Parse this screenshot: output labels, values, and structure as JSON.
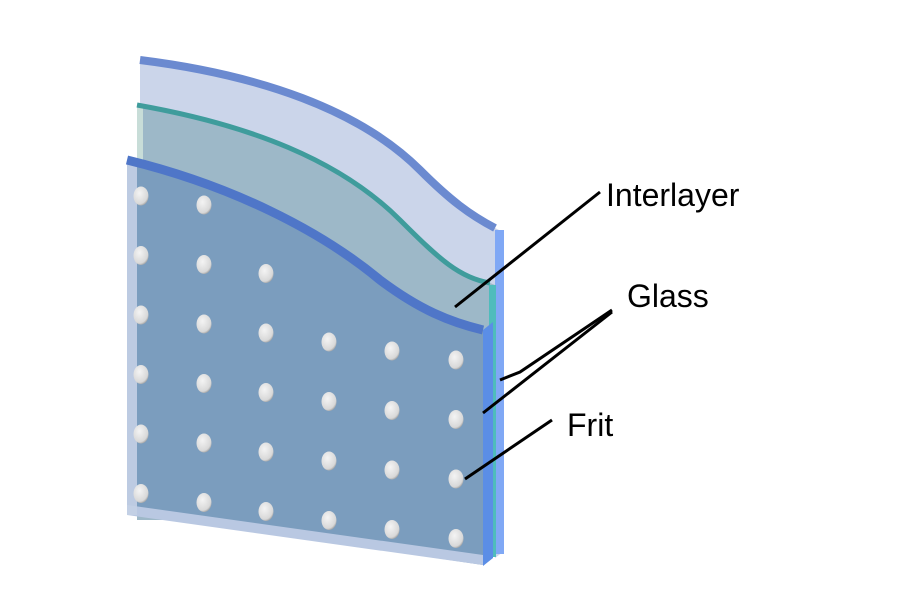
{
  "labels": {
    "interlayer": "Interlayer",
    "glass": "Glass",
    "frit": "Frit"
  },
  "colors": {
    "back_glass_face": "#cbd5ea",
    "back_glass_edge": "#7fa6f2",
    "interlayer_face": "#9db8c8",
    "interlayer_edge": "#3d9a9a",
    "front_glass_face": "#7b9dbe",
    "front_glass_edge": "#5a86dc",
    "frit_dot": "#e6e6e6"
  },
  "frit_grid": {
    "columns": 6,
    "rows": 6
  }
}
